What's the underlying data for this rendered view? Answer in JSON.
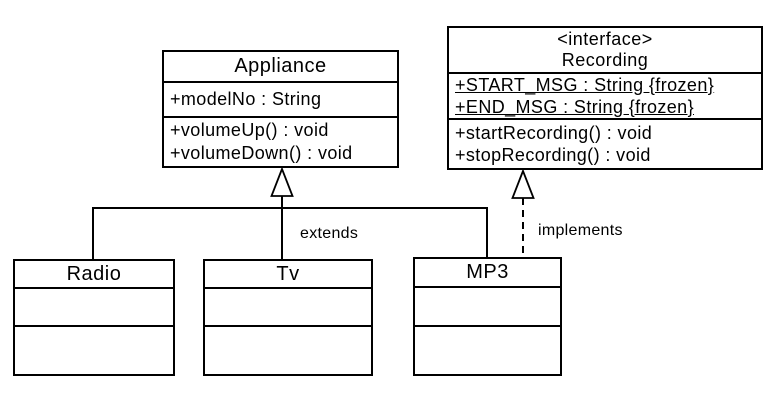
{
  "classes": {
    "appliance": {
      "name": "Appliance",
      "attributes": [
        "+modelNo : String"
      ],
      "methods": [
        "+volumeUp() : void",
        "+volumeDown() : void"
      ]
    },
    "recording": {
      "stereotype": "<interface>",
      "name": "Recording",
      "attributes": [
        "+START_MSG : String {frozen}",
        "+END_MSG : String {frozen}"
      ],
      "methods": [
        "+startRecording() : void",
        "+stopRecording() : void"
      ]
    },
    "radio": {
      "name": "Radio",
      "attributes": [],
      "methods": []
    },
    "tv": {
      "name": "Tv",
      "attributes": [],
      "methods": []
    },
    "mp3": {
      "name": "MP3",
      "attributes": [],
      "methods": []
    }
  },
  "relations": {
    "extends_label": "extends",
    "implements_label": "implements"
  },
  "colors": {
    "line": "#000000",
    "text": "#000000",
    "background": "#ffffff"
  }
}
